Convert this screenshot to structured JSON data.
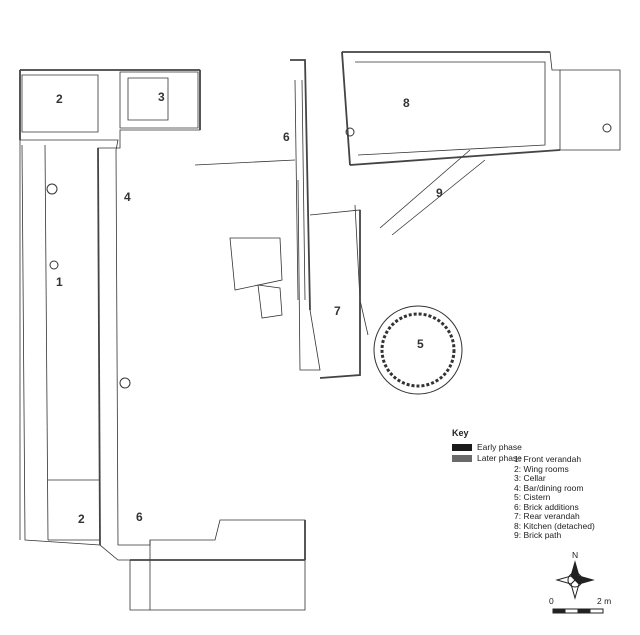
{
  "rooms": [
    {
      "n": "1"
    },
    {
      "n": "2"
    },
    {
      "n": "3"
    },
    {
      "n": "4"
    },
    {
      "n": "5"
    },
    {
      "n": "6"
    },
    {
      "n": "7"
    },
    {
      "n": "8"
    },
    {
      "n": "9"
    }
  ],
  "labels": {
    "r1": "1",
    "r2a": "2",
    "r2b": "2",
    "r3": "3",
    "r4": "4",
    "r5": "5",
    "r6a": "6",
    "r6b": "6",
    "r7": "7",
    "r8": "8",
    "r9": "9"
  },
  "key": {
    "title": "Key",
    "early": "Early phase",
    "later": "Later phase",
    "early_color": "#1a1a1a",
    "later_color": "#6a6a6a"
  },
  "legend": [
    "1: Front verandah",
    "2: Wing rooms",
    "3: Cellar",
    "4: Bar/dining room",
    "5: Cistern",
    "6: Brick additions",
    "7: Rear verandah",
    "8: Kitchen (detached)",
    "9: Brick path"
  ],
  "north": "N",
  "scale": {
    "start": "0",
    "end": "2 m"
  }
}
